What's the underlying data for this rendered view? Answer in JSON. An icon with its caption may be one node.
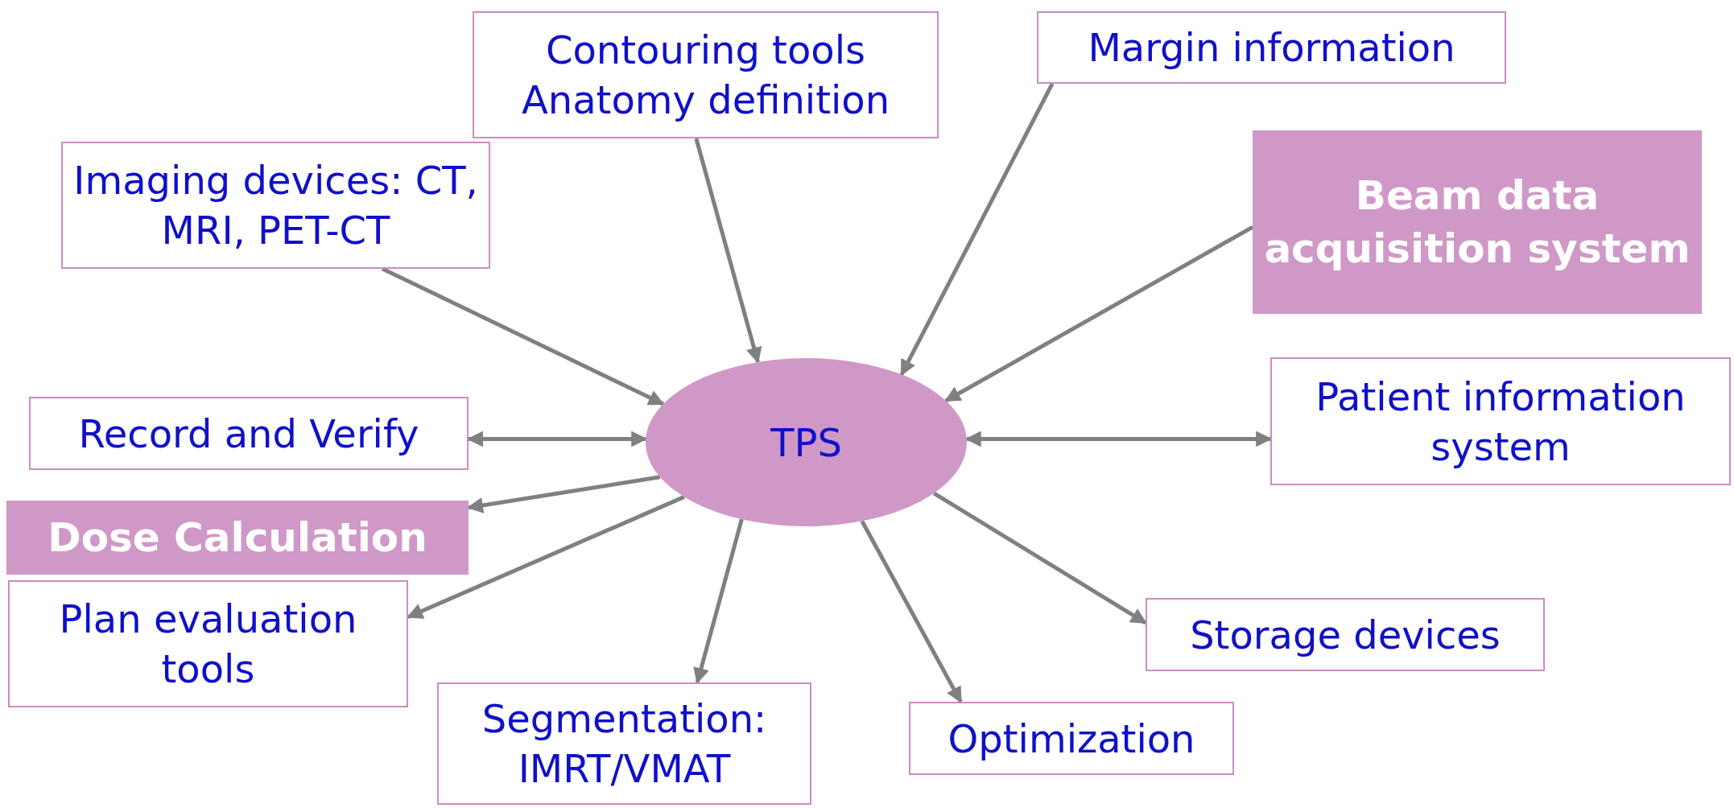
{
  "diagram": {
    "nodes": [
      {
        "text": [
          "Contouring tools",
          "Anatomy definition"
        ]
      },
      {
        "text": [
          "Margin information"
        ]
      },
      {
        "text": [
          "Imaging devices: CT, MRI, PET-CT"
        ]
      },
      {
        "text": [
          "Beam data acquisition system"
        ]
      },
      {
        "text": [
          "Record and Verify"
        ]
      },
      {
        "text": [
          "TPS"
        ]
      },
      {
        "text": [
          "Patient information system"
        ]
      },
      {
        "text": [
          "Dose Calculation"
        ]
      },
      {
        "text": [
          "Plan evaluation tools"
        ]
      },
      {
        "text": [
          "Storage devices"
        ]
      },
      {
        "text": [
          "Segmentation: IMRT/VMAT"
        ]
      },
      {
        "text": [
          "Optimization"
        ]
      }
    ],
    "edges": [
      {
        "from": 2,
        "to": 5,
        "arrow": "to"
      },
      {
        "from": 0,
        "to": 5,
        "arrow": "to"
      },
      {
        "from": 1,
        "to": 5,
        "arrow": "to"
      },
      {
        "from": 3,
        "to": 5,
        "arrow": "to"
      },
      {
        "from": 4,
        "to": 5,
        "arrow": "both"
      },
      {
        "from": 5,
        "to": 6,
        "arrow": "both"
      },
      {
        "from": 5,
        "to": 7,
        "arrow": "to"
      },
      {
        "from": 5,
        "to": 8,
        "arrow": "to"
      },
      {
        "from": 5,
        "to": 10,
        "arrow": "to"
      },
      {
        "from": 5,
        "to": 11,
        "arrow": "to"
      },
      {
        "from": 5,
        "to": 9,
        "arrow": "to"
      }
    ]
  }
}
